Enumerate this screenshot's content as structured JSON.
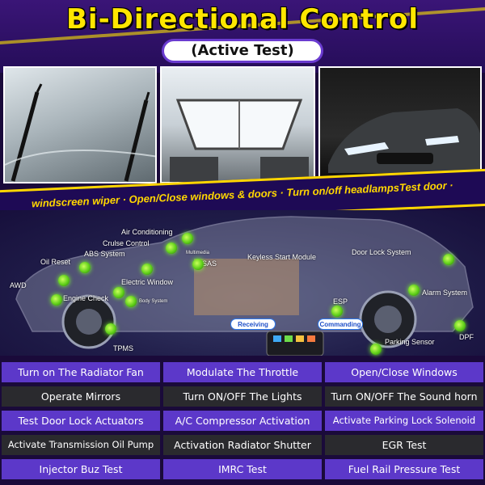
{
  "header": {
    "title": "Bi-Directional  Control",
    "subtitle": "(Active Test)"
  },
  "banner": {
    "text": "windscreen wiper · Open/Close windows & doors · Turn on/off headlampsTest door ·"
  },
  "diagram": {
    "labels": {
      "air_conditioning": "Air Conditioning",
      "cruise_control": "Crulse Control",
      "abs_system": "ABS System",
      "oil_reset": "Oil Reset",
      "multimedia": "Multimedia",
      "sas": "SAS",
      "keyless": "Keyless Start Module",
      "door_lock": "Door Lock System",
      "awd": "AWD",
      "electric_window": "Electric Window",
      "engine_check": "Engine Check",
      "body_system": "Body System",
      "alarm": "Alarm System",
      "esp": "ESP",
      "tpms": "TPMS",
      "parking": "Parking Sensor",
      "dpf": "DPF",
      "receiving": "Receiving",
      "commanding": "Commanding"
    }
  },
  "tests": [
    [
      "Turn on The Radiator Fan",
      "Modulate The Throttle",
      "Open/Close Windows"
    ],
    [
      "Operate Mirrors",
      "Turn ON/OFF The Lights",
      "Turn ON/OFF The Sound horn"
    ],
    [
      "Test Door Lock Actuators",
      "A/C Compressor Activation",
      "Activate Parking Lock Solenoid"
    ],
    [
      "Activate Transmission Oil Pump",
      "Activation Radiator Shutter",
      "EGR Test"
    ],
    [
      "Injector Buz Test",
      "IMRC Test",
      "Fuel Rail Pressure Test"
    ]
  ],
  "colors": {
    "accent_yellow": "#ffd600",
    "purple_cell": "#5c38c9",
    "dark_cell": "#2a2a2e",
    "indicator_green": "#5fcf1a"
  }
}
